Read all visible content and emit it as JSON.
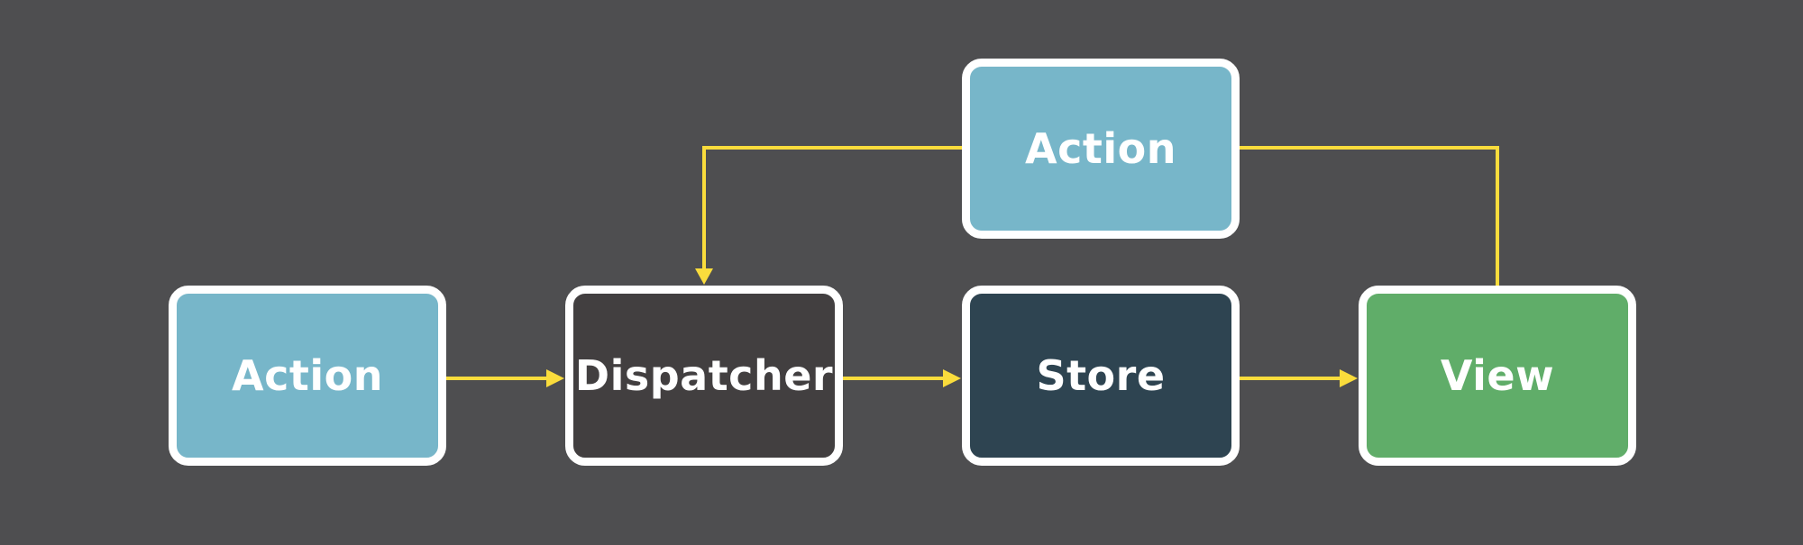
{
  "background_color": "#4e4e50",
  "connector_color": "#fadc3c",
  "border_color": "#ffffff",
  "nodes": {
    "action_left": {
      "label": "Action",
      "color": "#77b6c9"
    },
    "dispatcher": {
      "label": "Dispatcher",
      "color": "#423f40"
    },
    "store": {
      "label": "Store",
      "color": "#2e4451"
    },
    "view": {
      "label": "View",
      "color": "#60ad69"
    },
    "action_top": {
      "label": "Action",
      "color": "#77b6c9"
    }
  }
}
